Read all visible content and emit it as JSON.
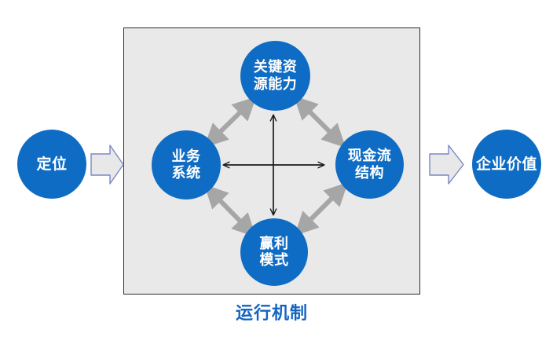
{
  "diagram": {
    "title_caption": "运行机制",
    "background_color": "#ffffff",
    "accent_blue": "#0F6CC4",
    "caption_color": "#1565C0",
    "panel_fill": "#e9e9e9",
    "panel_border": "#2e2e2e",
    "gray_arrow_color": "#a6a6a6",
    "black_arrow_color": "#1a1a1a",
    "block_arrow_fill": "#e8e8e8",
    "block_arrow_stroke": "#7a86c8"
  },
  "nodes": {
    "input": {
      "label": "定位"
    },
    "output": {
      "label": "企业价值"
    },
    "top": {
      "label": "关键资\n源能力"
    },
    "left": {
      "label": "业务\n系统"
    },
    "right": {
      "label": "现金流\n结构"
    },
    "bottom": {
      "label": "赢利\n模式"
    }
  },
  "connectors": {
    "input_to_panel": {
      "name": "block-arrow-right",
      "direction": "right"
    },
    "panel_to_output": {
      "name": "block-arrow-right",
      "direction": "right"
    },
    "diagonals": [
      {
        "from": "业务系统",
        "to": "关键资源能力",
        "style": "double-headed",
        "color": "#a6a6a6"
      },
      {
        "from": "关键资源能力",
        "to": "现金流结构",
        "style": "double-headed",
        "color": "#a6a6a6"
      },
      {
        "from": "现金流结构",
        "to": "赢利模式",
        "style": "double-headed",
        "color": "#a6a6a6"
      },
      {
        "from": "赢利模式",
        "to": "业务系统",
        "style": "double-headed",
        "color": "#a6a6a6"
      }
    ],
    "cross": [
      {
        "axis": "horizontal",
        "style": "double-headed",
        "color": "#1a1a1a"
      },
      {
        "axis": "vertical",
        "style": "double-headed",
        "color": "#1a1a1a"
      }
    ]
  }
}
